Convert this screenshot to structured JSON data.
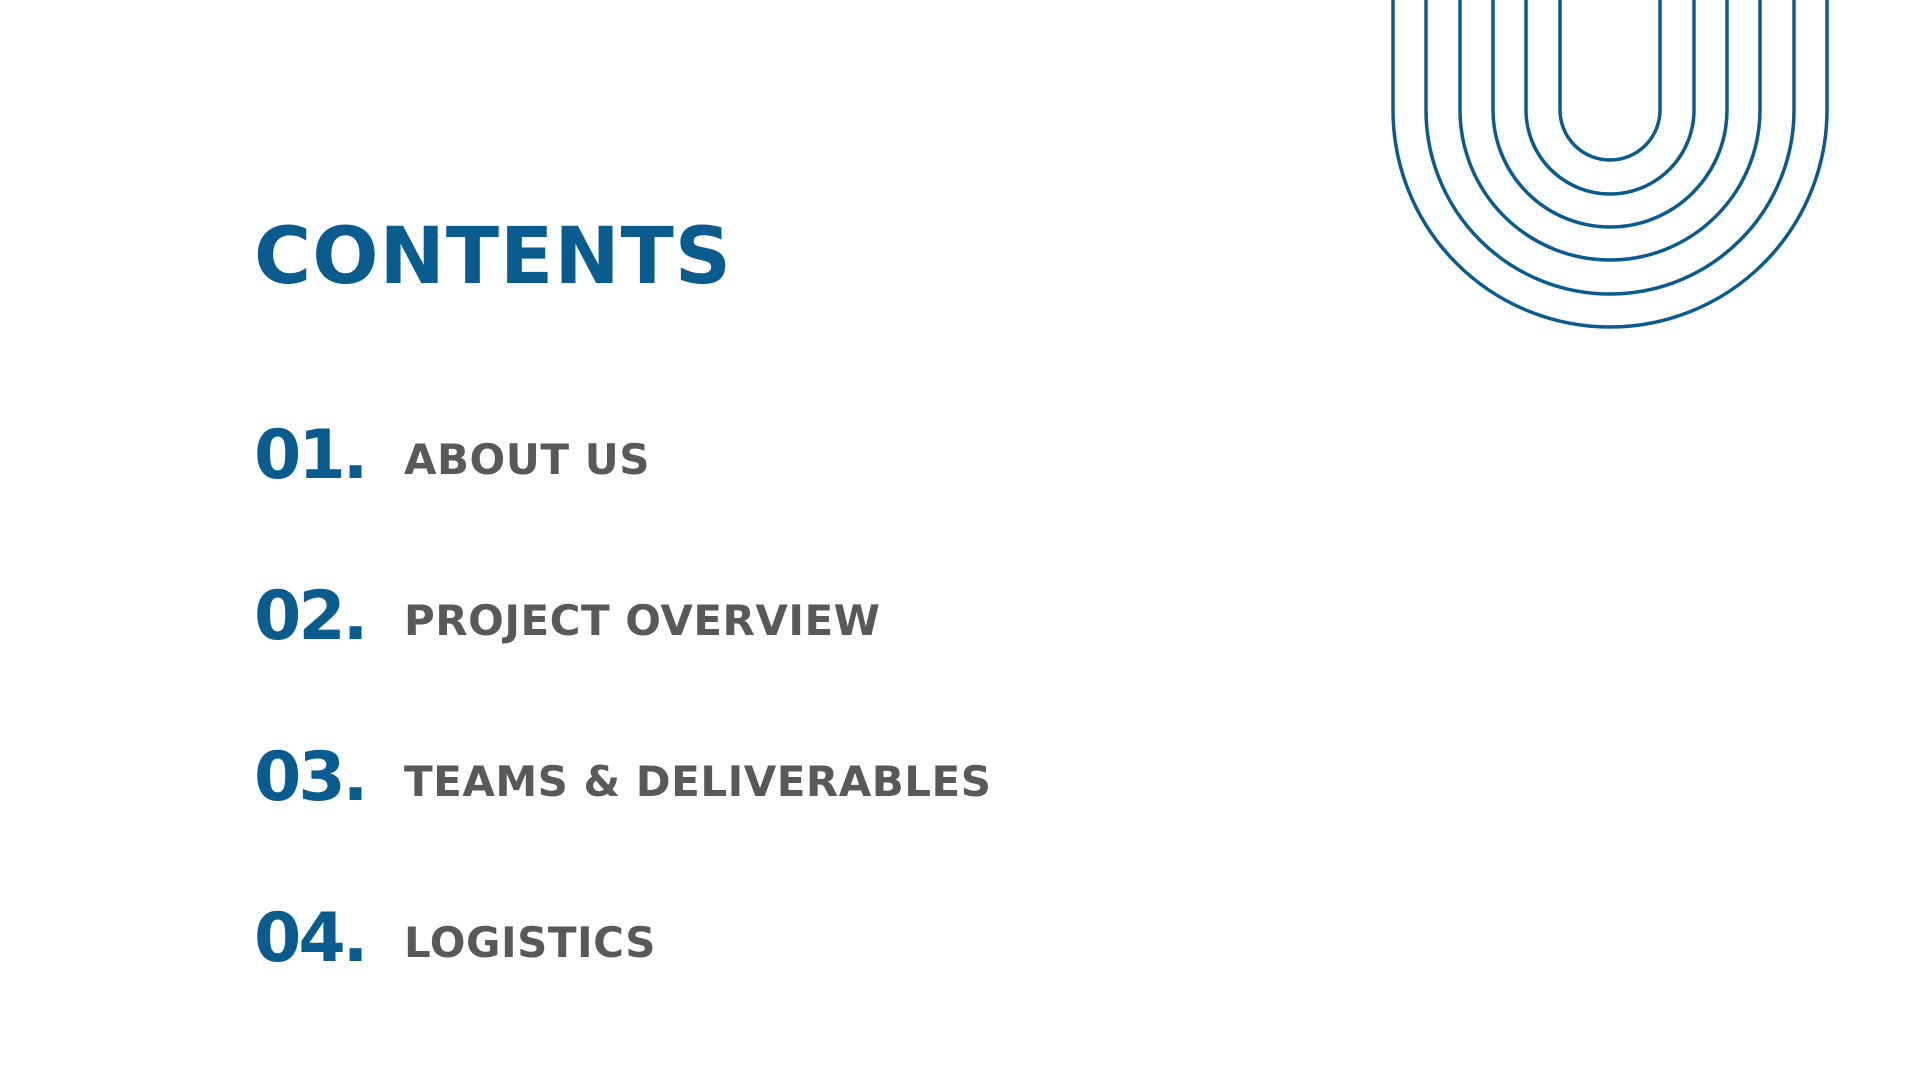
{
  "slide": {
    "title": "CONTENTS",
    "accent_color": "#0a5b8e",
    "label_color": "#595959",
    "decoration": "concentric-arches-icon",
    "items": [
      {
        "number": "01.",
        "label": "ABOUT US"
      },
      {
        "number": "02.",
        "label": "PROJECT OVERVIEW"
      },
      {
        "number": "03.",
        "label": "TEAMS & DELIVERABLES"
      },
      {
        "number": "04.",
        "label": "LOGISTICS"
      }
    ]
  }
}
